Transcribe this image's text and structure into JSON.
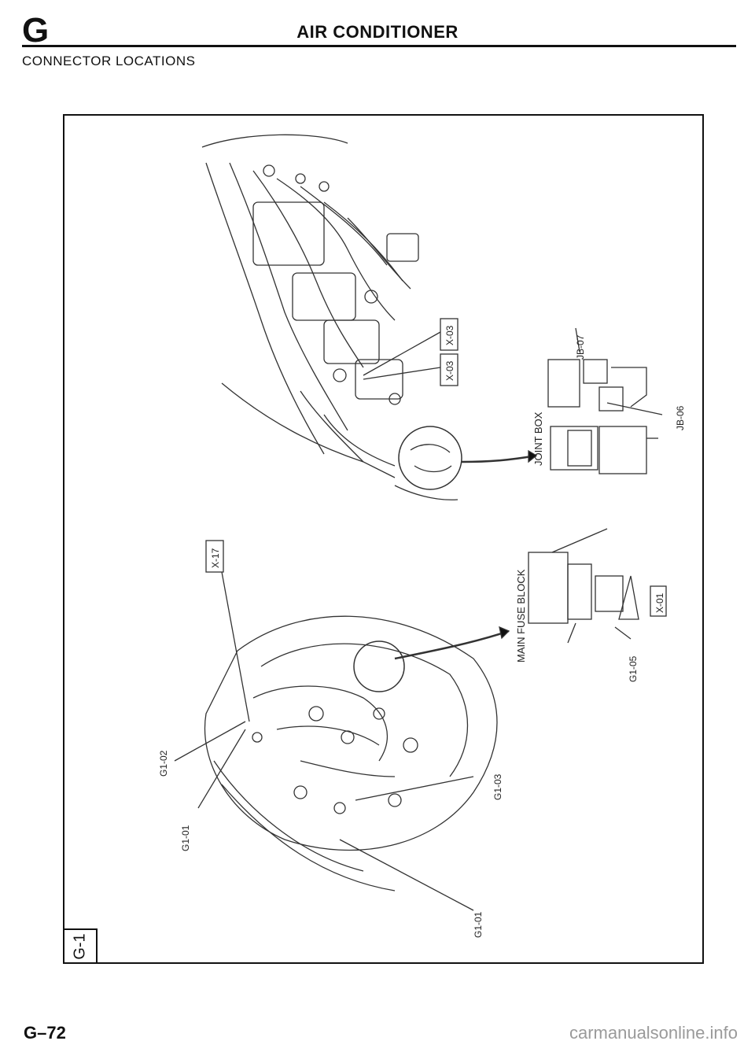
{
  "header": {
    "section_letter": "G",
    "title": "AIR CONDITIONER",
    "subtitle": "CONNECTOR LOCATIONS"
  },
  "callouts": {
    "ignition_top": "X-03",
    "ignition_bottom": "X-03",
    "joint_box": "JOINT BOX",
    "jb07": "JB-07",
    "jb06": "JB-06",
    "main_fuse_block": "MAIN FUSE BLOCK",
    "x01": "X-01",
    "g105": "G1-05",
    "x17": "X-17",
    "g102": "G1-02",
    "g101_relay": "G1-01",
    "g103": "G1-03",
    "g101_fan": "G1-01"
  },
  "footer": {
    "tab": "G-1",
    "page_number": "G–72",
    "watermark": "carmanualsonline.info"
  }
}
